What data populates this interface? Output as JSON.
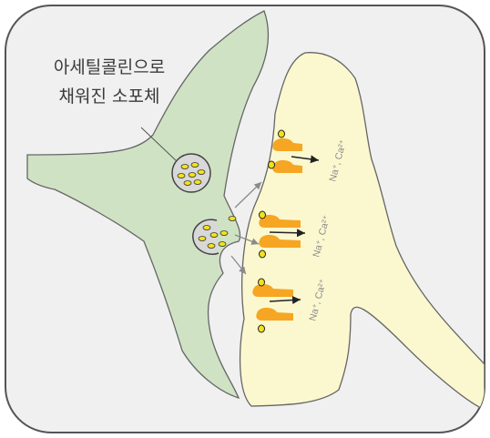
{
  "callout": {
    "line1": "아세틸콜린으로",
    "line2": "채워진 소포체"
  },
  "ion_labels": {
    "top": "Na⁺, Ca²⁺",
    "middle": "Na⁺, Ca²⁺",
    "bottom": "Na⁺, Ca²⁺"
  },
  "colors": {
    "presynaptic_fill": "#cfe3c4",
    "postsynaptic_fill": "#fbf8cf",
    "receptor": "#f6a623",
    "neurotransmitter": "#f2e21a",
    "background": "#f0f0f0"
  }
}
